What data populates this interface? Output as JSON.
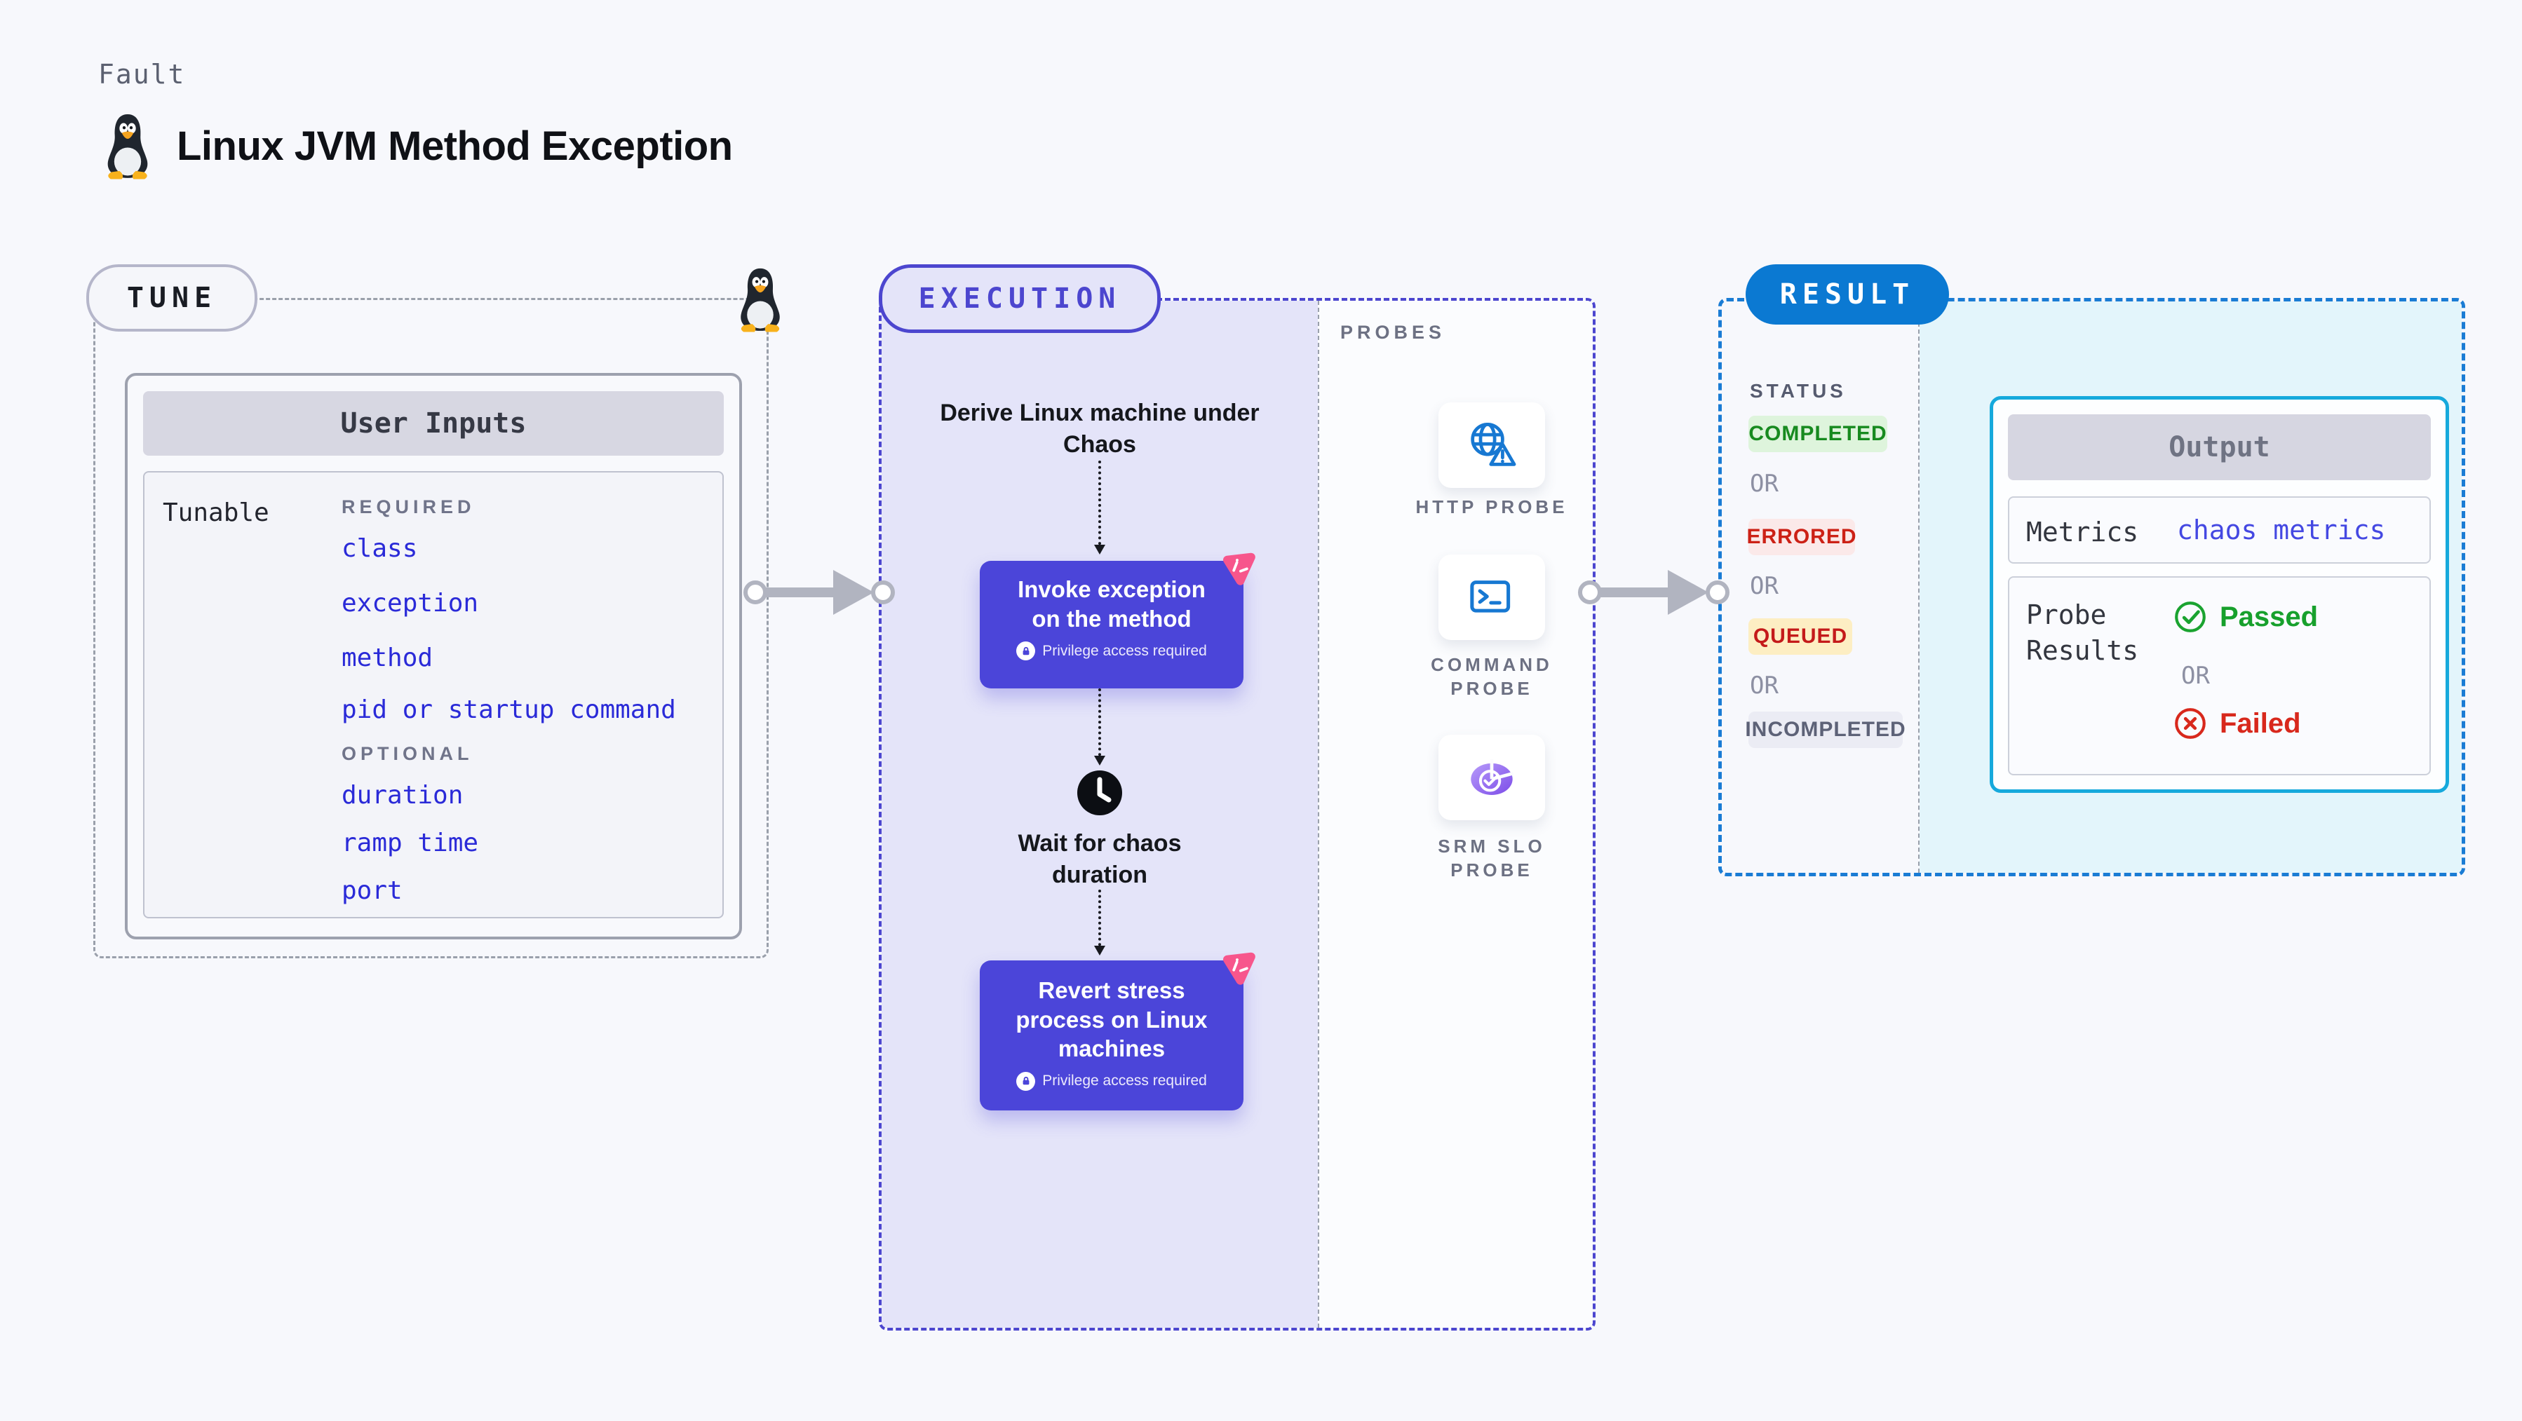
{
  "header": {
    "eyebrow": "Fault",
    "title": "Linux JVM Method Exception"
  },
  "tune": {
    "label": "TUNE",
    "card_title": "User Inputs",
    "row_label": "Tunable",
    "required_label": "REQUIRED",
    "required_items": [
      "class",
      "exception",
      "method",
      "pid or startup command"
    ],
    "optional_label": "OPTIONAL",
    "optional_items": [
      "duration",
      "ramp time",
      "port"
    ]
  },
  "execution": {
    "label": "EXECUTION",
    "step1": "Derive Linux machine under Chaos",
    "card1": {
      "title": "Invoke exception on the method",
      "badge": "Privilege access required"
    },
    "wait_step": "Wait for chaos duration",
    "card2": {
      "title": "Revert stress process on Linux machines",
      "badge": "Privilege access required"
    }
  },
  "probes": {
    "label": "PROBES",
    "items": [
      {
        "name": "HTTP PROBE",
        "icon": "globe-alert-icon"
      },
      {
        "name": "COMMAND PROBE",
        "icon": "terminal-icon"
      },
      {
        "name": "SRM SLO PROBE",
        "icon": "slo-pie-icon"
      }
    ]
  },
  "result": {
    "label": "RESULT",
    "status_label": "STATUS",
    "or_label": "OR",
    "statuses": [
      "COMPLETED",
      "ERRORED",
      "QUEUED",
      "INCOMPLETED"
    ],
    "output": {
      "title": "Output",
      "metrics_label": "Metrics",
      "metrics_value": "chaos metrics",
      "probe_results_label": "Probe Results",
      "passed_label": "Passed",
      "failed_label": "Failed"
    }
  },
  "colors": {
    "background": "#f7f8fc",
    "indigo": "#4c46cf",
    "lavender": "#e4e4f9",
    "action_card": "#4b45d9",
    "pink": "#f7568c",
    "result_blue": "#0b79d2",
    "cyan_border": "#16a9dc",
    "cyan_bg": "#e3f5fb",
    "probe_icon_blue": "#1778d2",
    "green": "#178a1f",
    "red": "#cc2116",
    "queued_bg": "#fdeec3",
    "link_blue": "#2a2ad8",
    "gray_dash": "#9aa0ab"
  }
}
